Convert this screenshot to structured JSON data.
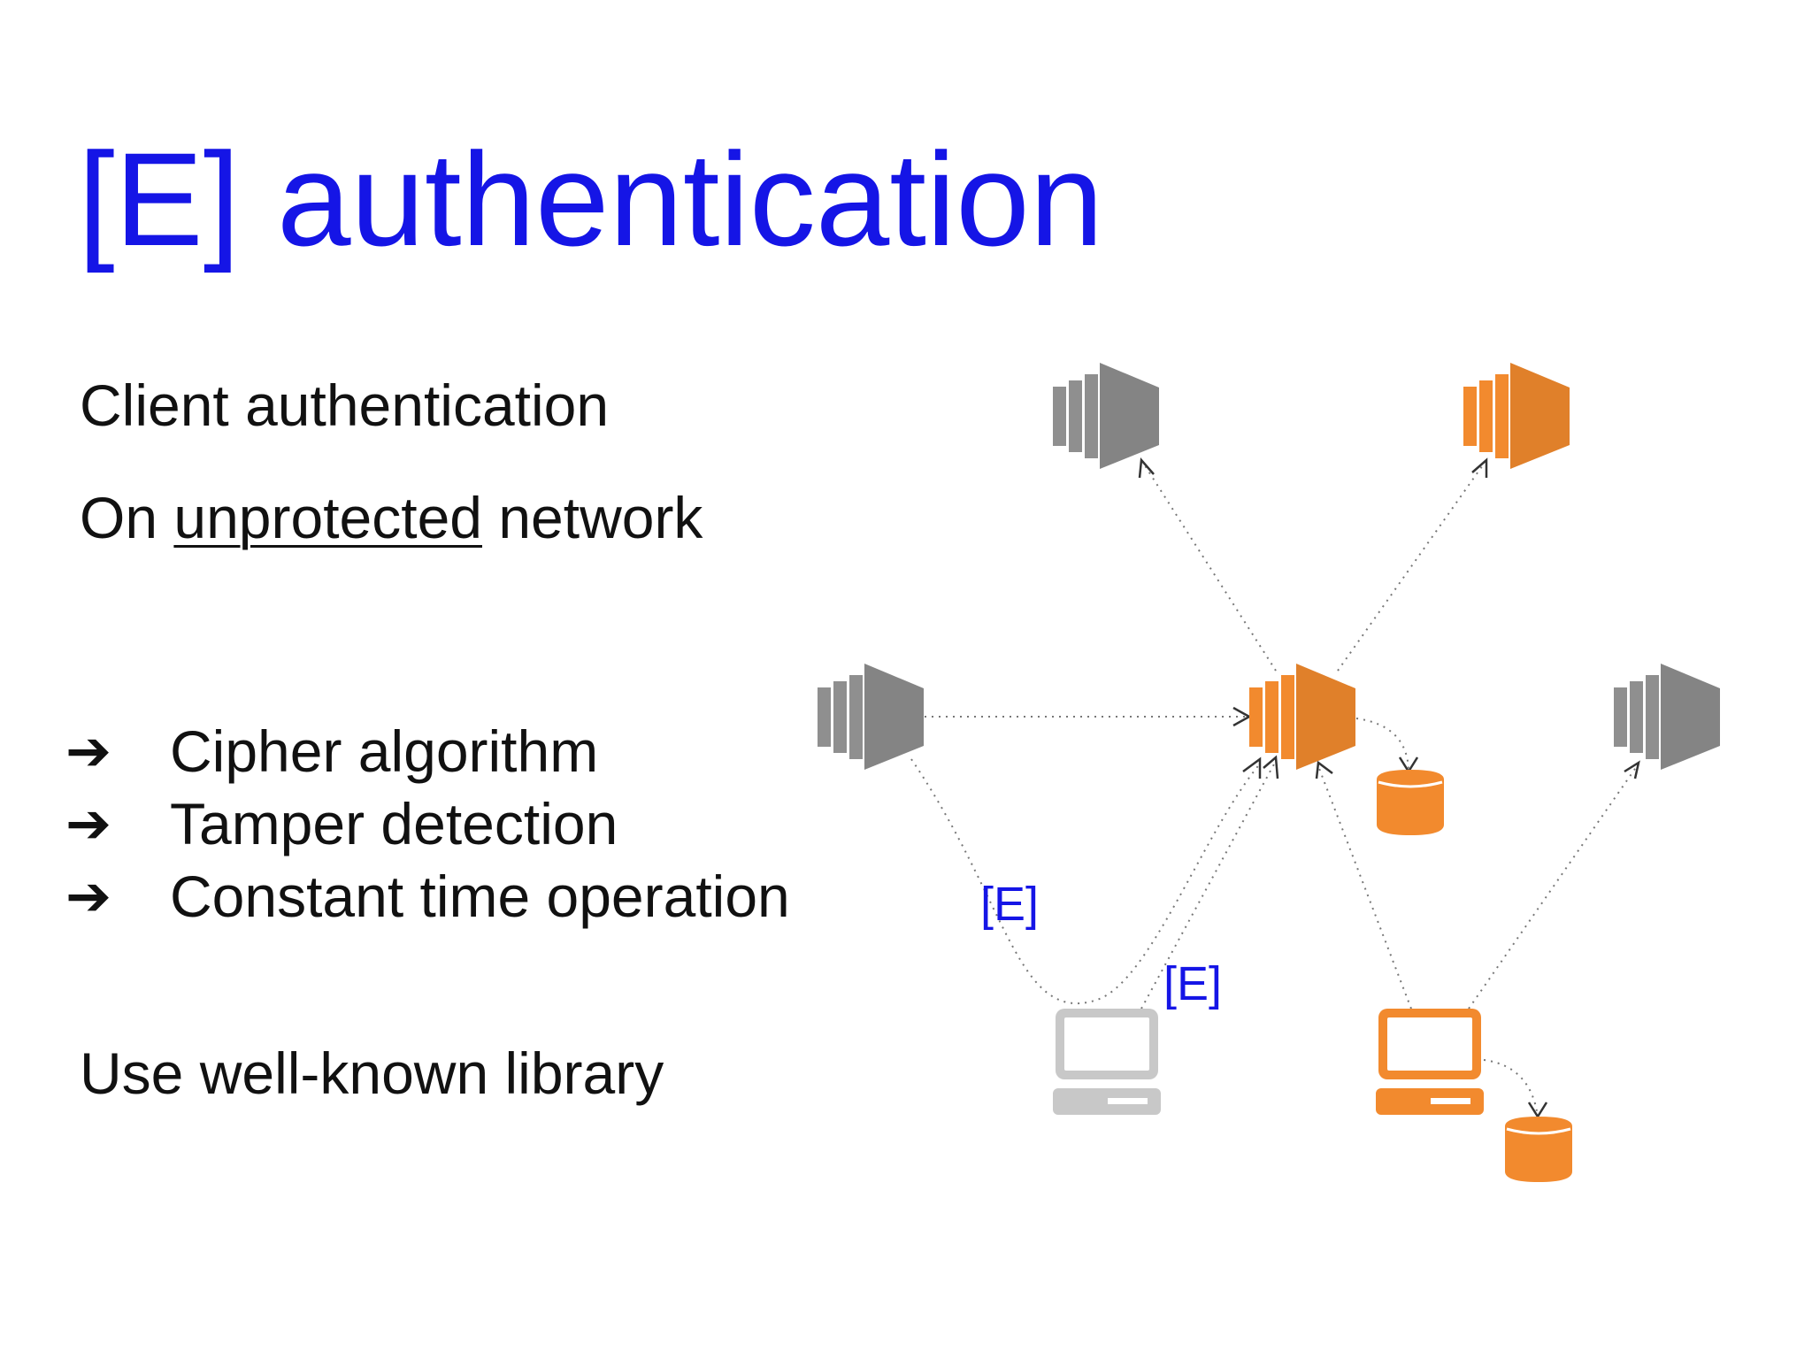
{
  "slide": {
    "title": "[E] authentication",
    "line1": "Client authentication",
    "line2_before": "On ",
    "line2_underlined": "unprotected",
    "line2_after": " network",
    "bullets": [
      "Cipher algorithm",
      "Tamper detection",
      "Constant time operation"
    ],
    "bullet_icon": "right-arrow-icon",
    "line3": "Use well-known library"
  },
  "diagram": {
    "edge_labels": [
      "[E]",
      "[E]"
    ],
    "colors": {
      "title_blue": "#1515e6",
      "server_gray": "#8f8f8f",
      "server_orange": "#f28a2e",
      "client_gray": "#c8c8c8",
      "client_orange": "#f28a2e",
      "database_orange": "#f28a2e",
      "edge": "#777777"
    },
    "icons": [
      "server-gray-icon",
      "server-orange-icon",
      "client-gray-icon",
      "client-orange-icon",
      "database-orange-icon"
    ]
  }
}
